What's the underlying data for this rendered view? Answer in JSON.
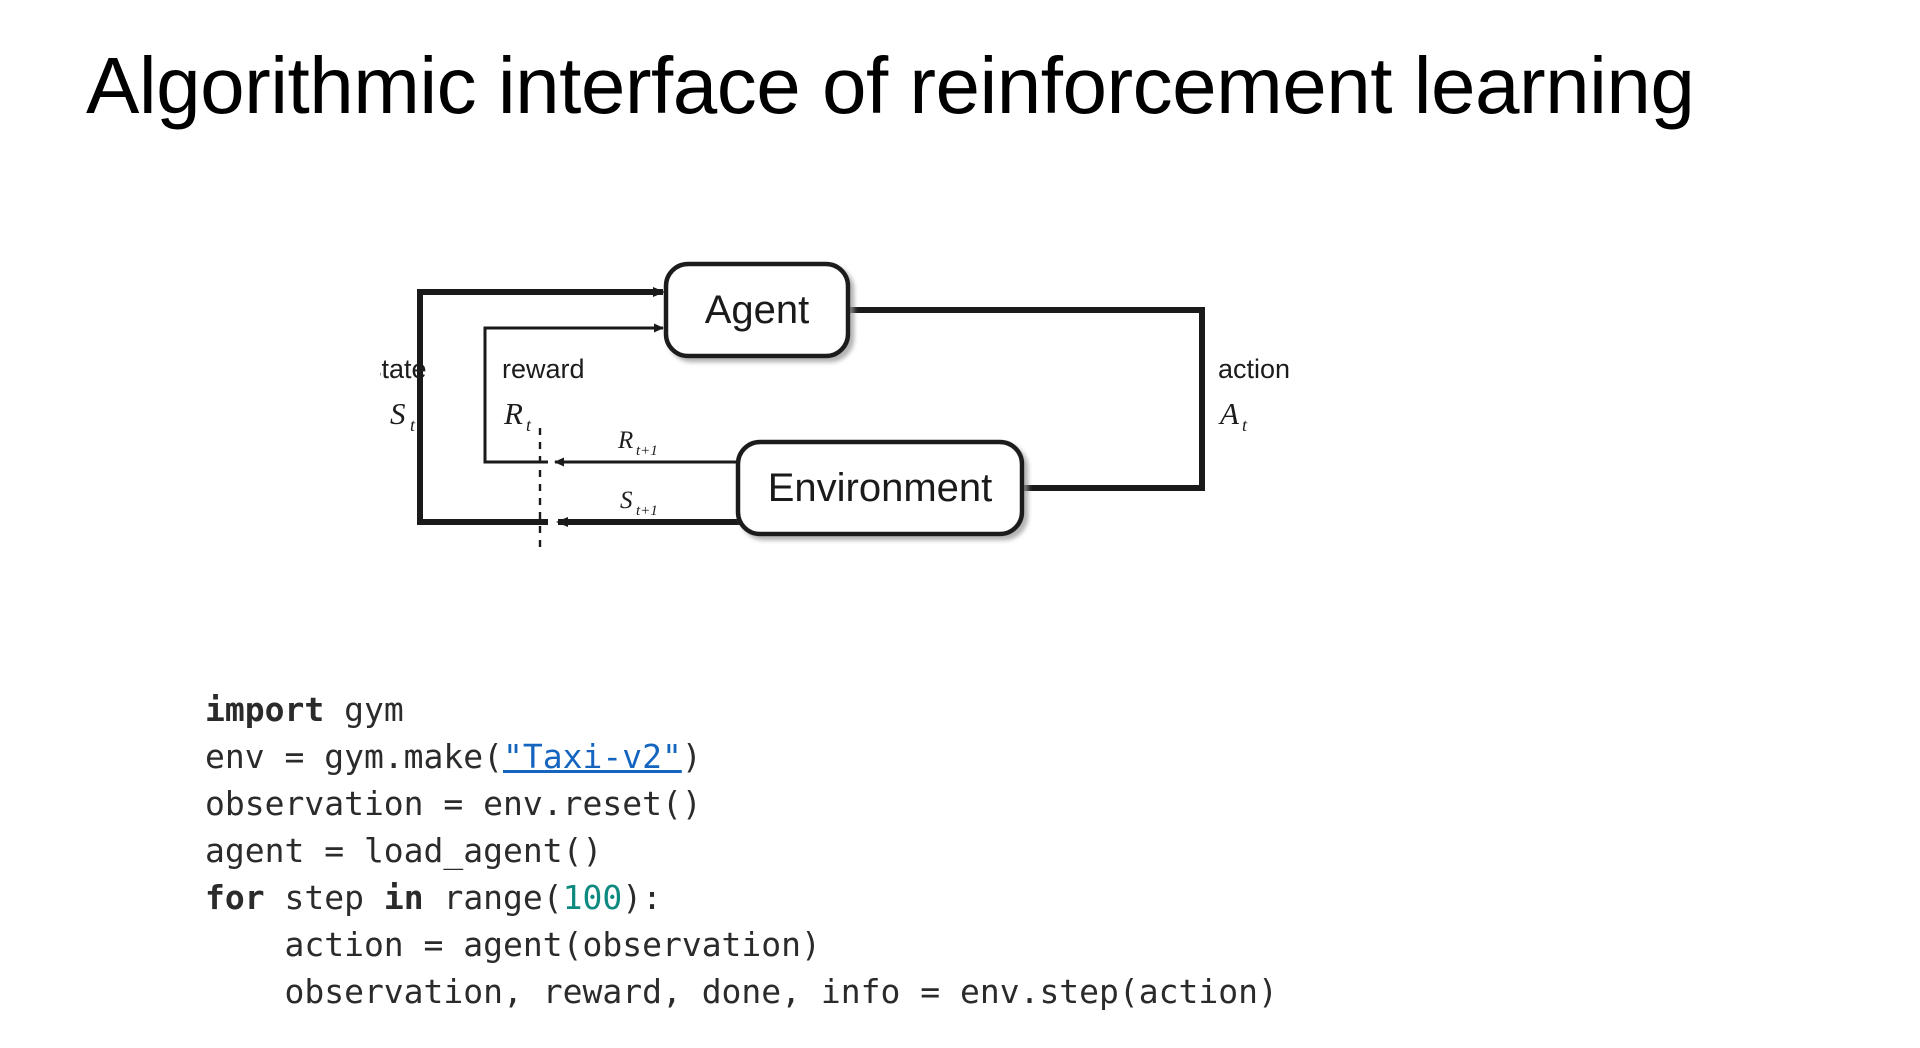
{
  "slide": {
    "title": "Algorithmic interface of reinforcement learning",
    "background_color": "#ffffff"
  },
  "diagram": {
    "name": "agent-environment-interaction-loop",
    "nodes": [
      {
        "id": "agent",
        "label": "Agent"
      },
      {
        "id": "environment",
        "label": "Environment"
      }
    ],
    "edge_labels": {
      "state_word": "state",
      "state_symbol": "S",
      "state_subscript": "t",
      "reward_word": "reward",
      "reward_symbol": "R",
      "reward_subscript": "t",
      "action_word": "action",
      "action_symbol": "A",
      "action_subscript": "t",
      "next_reward_symbol": "R",
      "next_reward_subscript": "t+1",
      "next_state_symbol": "S",
      "next_state_subscript": "t+1"
    },
    "stroke_color": "#1a1a1a",
    "box_fill": "#ffffff"
  },
  "code": {
    "language": "python",
    "link_color": "#1565c0",
    "number_color": "#0f8a80",
    "keyword_color": "#2b2b2b",
    "text_color": "#2b2b2b",
    "lines": [
      {
        "index": 0,
        "segments": [
          {
            "text": "import",
            "style": "keyword"
          },
          {
            "text": " gym",
            "style": "plain"
          }
        ]
      },
      {
        "index": 1,
        "segments": [
          {
            "text": "env = gym.make(",
            "style": "plain"
          },
          {
            "text": "\"Taxi-v2\"",
            "style": "link"
          },
          {
            "text": ")",
            "style": "plain"
          }
        ]
      },
      {
        "index": 2,
        "segments": [
          {
            "text": "observation = env.reset()",
            "style": "plain"
          }
        ]
      },
      {
        "index": 3,
        "segments": [
          {
            "text": "agent = load_agent()",
            "style": "plain"
          }
        ]
      },
      {
        "index": 4,
        "segments": [
          {
            "text": "for",
            "style": "keyword"
          },
          {
            "text": " step ",
            "style": "plain"
          },
          {
            "text": "in",
            "style": "keyword"
          },
          {
            "text": " range(",
            "style": "plain"
          },
          {
            "text": "100",
            "style": "number"
          },
          {
            "text": "):",
            "style": "plain"
          }
        ]
      },
      {
        "index": 5,
        "segments": [
          {
            "text": "    action = agent(observation)",
            "style": "plain"
          }
        ]
      },
      {
        "index": 6,
        "segments": [
          {
            "text": "    observation, reward, done, info = env.step(action)",
            "style": "plain"
          }
        ]
      }
    ],
    "plain_text": [
      "import gym",
      "env = gym.make(\"Taxi-v2\")",
      "observation = env.reset()",
      "agent = load_agent()",
      "for step in range(100):",
      "    action = agent(observation)",
      "    observation, reward, done, info = env.step(action)"
    ]
  }
}
